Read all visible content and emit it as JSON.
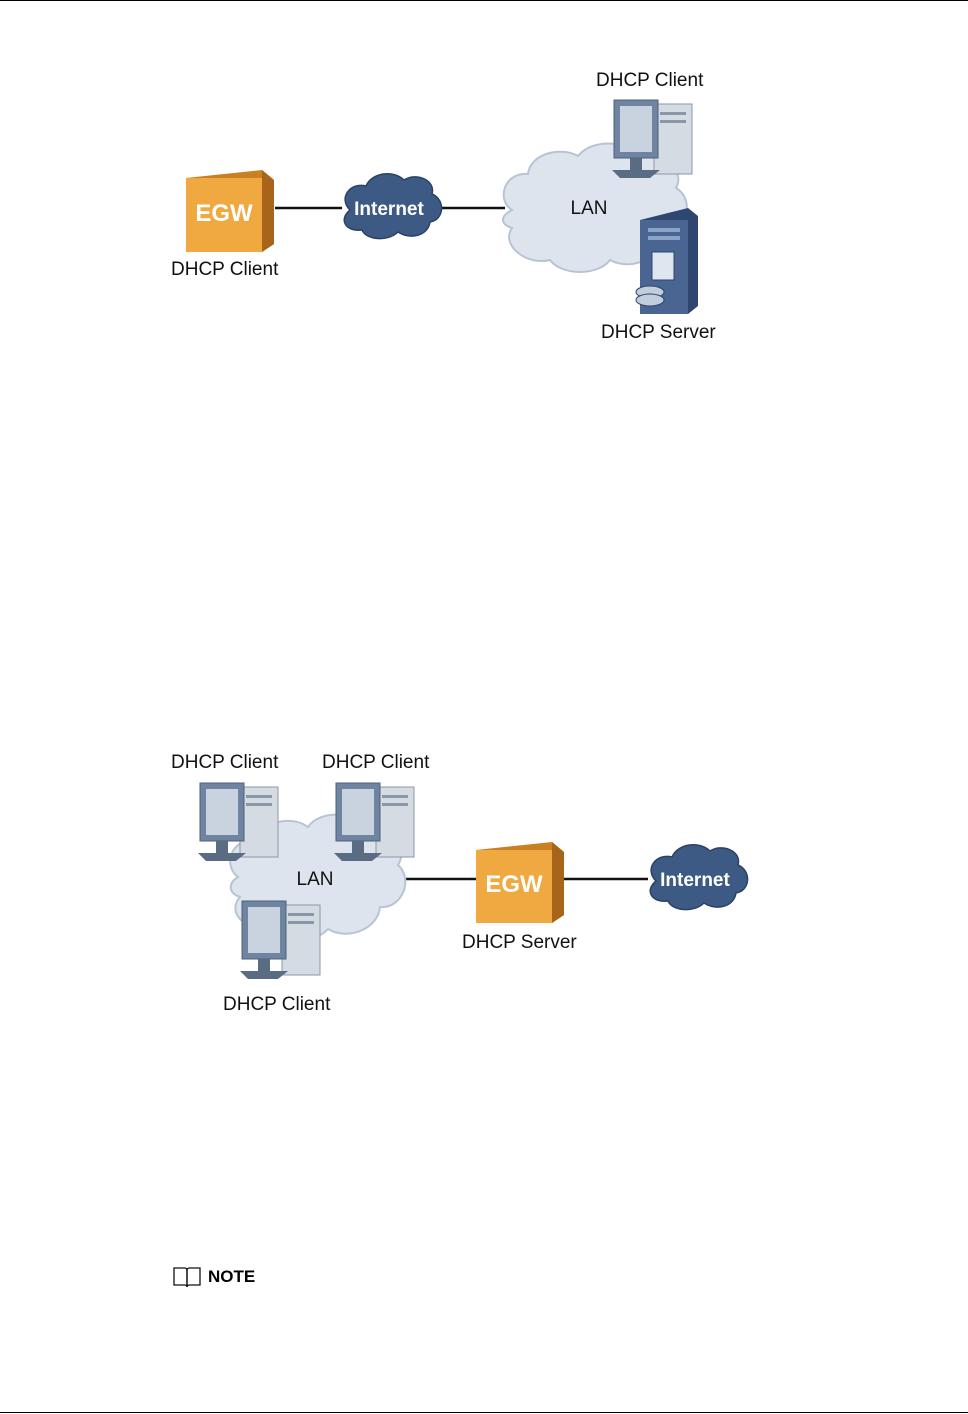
{
  "diagram1": {
    "egw_label": "EGW",
    "internet_label": "Internet",
    "lan_label": "LAN",
    "egw_caption": "DHCP Client",
    "pc_caption": "DHCP Client",
    "server_caption": "DHCP Server"
  },
  "diagram2": {
    "pc1_caption": "DHCP Client",
    "pc2_caption": "DHCP Client",
    "pc3_caption": "DHCP Client",
    "lan_label": "LAN",
    "egw_label": "EGW",
    "egw_caption": "DHCP Server",
    "internet_label": "Internet"
  },
  "note": {
    "label": "NOTE"
  }
}
